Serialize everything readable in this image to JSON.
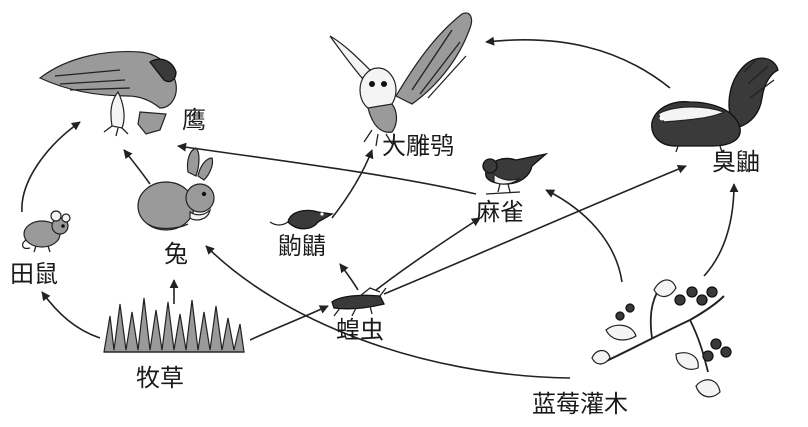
{
  "organisms": {
    "hawk": "鹰",
    "owl": "大雕鸮",
    "skunk": "臭鼬",
    "sparrow": "麻雀",
    "rabbit": "兔",
    "shrew": "鼩鼱",
    "field_mouse": "田鼠",
    "grasshopper": "蝗虫",
    "grass": "牧草",
    "blueberry": "蓝莓灌木"
  },
  "relations": [
    {
      "from": "田鼠",
      "to": "鹰"
    },
    {
      "from": "兔",
      "to": "鹰"
    },
    {
      "from": "麻雀",
      "to": "鹰"
    },
    {
      "from": "鼩鼱",
      "to": "大雕鸮"
    },
    {
      "from": "臭鼬",
      "to": "大雕鸮"
    },
    {
      "from": "牧草",
      "to": "田鼠"
    },
    {
      "from": "牧草",
      "to": "兔"
    },
    {
      "from": "牧草",
      "to": "蝗虫"
    },
    {
      "from": "蝗虫",
      "to": "鼩鼱"
    },
    {
      "from": "蝗虫",
      "to": "麻雀"
    },
    {
      "from": "蝗虫",
      "to": "臭鼬"
    },
    {
      "from": "蓝莓灌木",
      "to": "兔"
    },
    {
      "from": "蓝莓灌木",
      "to": "麻雀"
    },
    {
      "from": "蓝莓灌木",
      "to": "臭鼬"
    }
  ]
}
